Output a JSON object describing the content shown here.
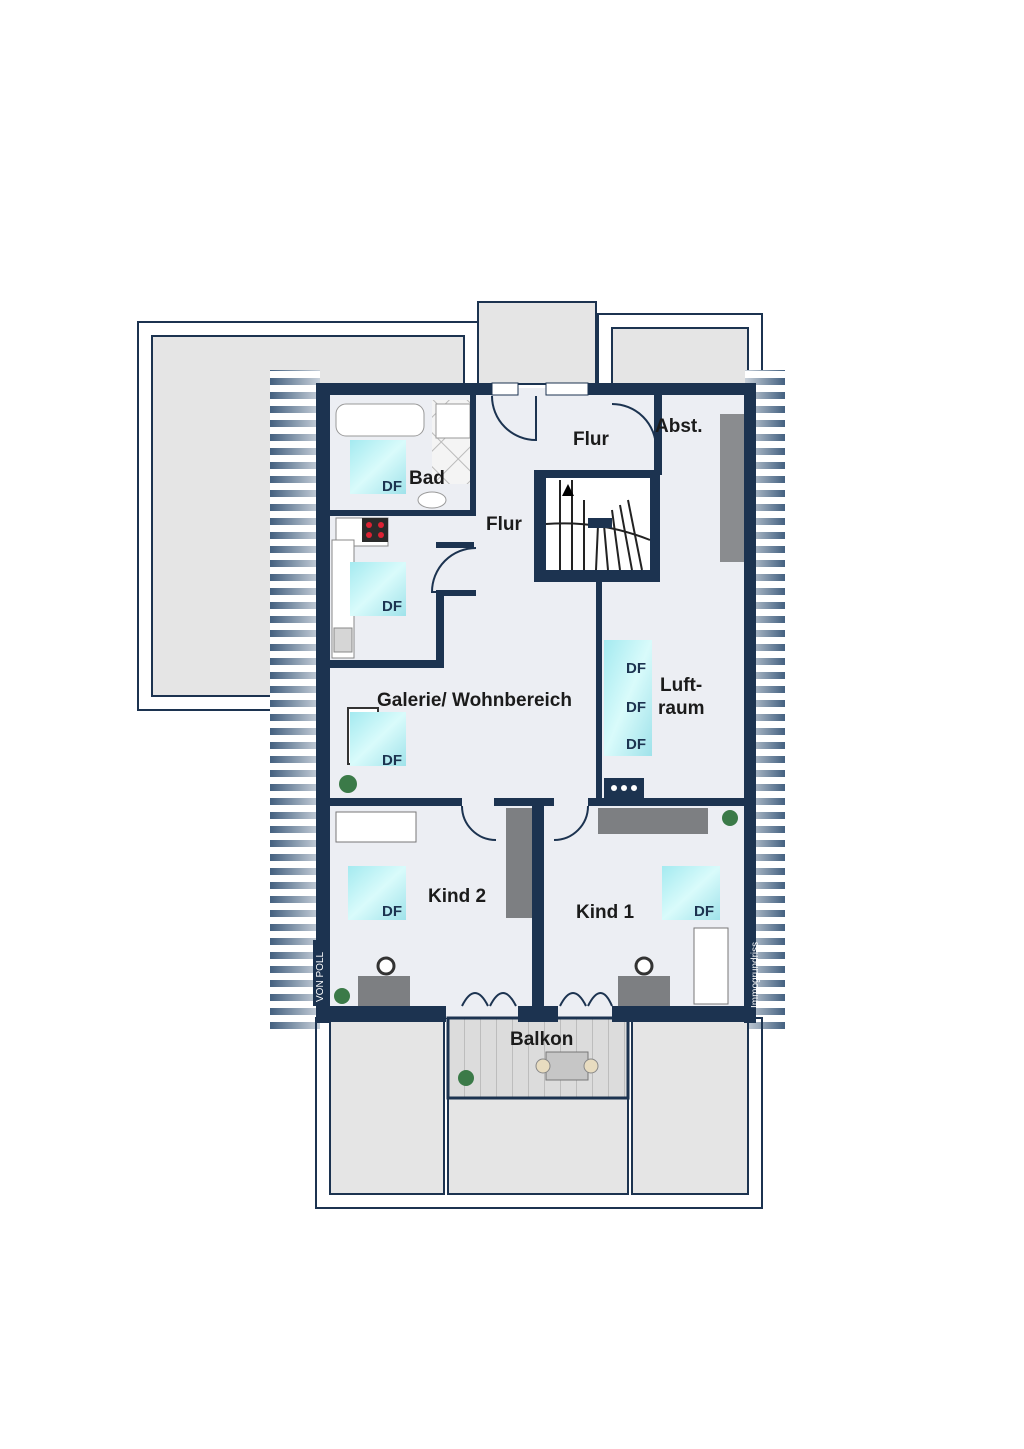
{
  "rooms": {
    "bad": "Bad",
    "flur_top": "Flur",
    "flur_left": "Flur",
    "abst": "Abst.",
    "galerie": "Galerie/ Wohnbereich",
    "luftraum_line1": "Luft-",
    "luftraum_line2": "raum",
    "kind2": "Kind 2",
    "kind1": "Kind 1",
    "balkon": "Balkon"
  },
  "skylight_label": "DF",
  "branding": {
    "logo_text": "VON POLL IMMOBILIEN",
    "watermark": "Immogrundriss"
  },
  "colors": {
    "wall": "#1c3350",
    "floor": "#eceef3",
    "roof": "#e5e5e5",
    "skylight": "#bff0f0",
    "balcony": "#d8d8d8",
    "furniture": "#7d7f82"
  }
}
